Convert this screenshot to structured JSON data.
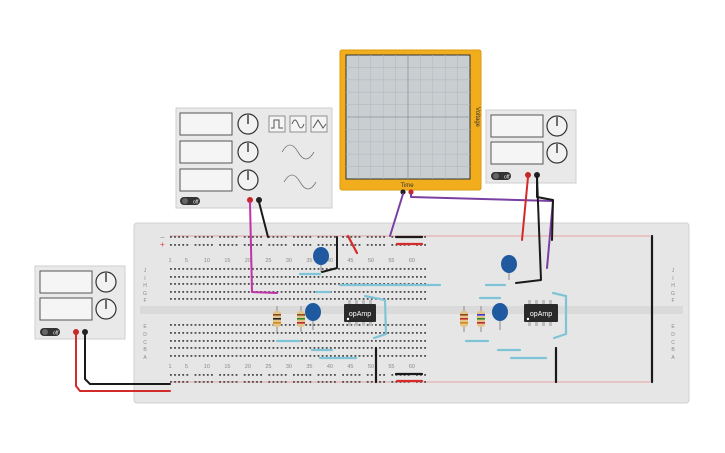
{
  "canvas": {
    "background": "#ffffff"
  },
  "colors": {
    "breadboard": "#e6e6e6",
    "rail_red": "#e23a3a",
    "instrument_body": "#e9e9e9",
    "display_fill": "#f5f5f5",
    "osc_frame": "#f2ad1c",
    "osc_screen": "#c9cfd1",
    "osc_grid": "#b5bcbf",
    "opamp_body": "#2a2a2a",
    "capacitor": "#1f5aa0",
    "wire_red": "#d42a2a",
    "wire_black": "#1a1a1a",
    "wire_purple": "#7b3fa3",
    "wire_magenta": "#c033a8",
    "jumper_cyan": "#7fc4d6"
  },
  "breadboard": {
    "column_numbers": [
      "1",
      "5",
      "10",
      "15",
      "20",
      "25",
      "30",
      "35",
      "40",
      "45",
      "50",
      "55",
      "60"
    ],
    "rows_top": [
      "J",
      "I",
      "H",
      "G",
      "F"
    ],
    "rows_bottom": [
      "E",
      "D",
      "C",
      "B",
      "A"
    ],
    "rail_plus": "+",
    "rail_minus": "−"
  },
  "function_generator": {
    "waveform_icons": [
      "square-wave-icon",
      "sine-wave-icon",
      "triangle-wave-icon"
    ],
    "power_label": "off"
  },
  "oscilloscope": {
    "x_label": "Time",
    "y_label": "Voltage"
  },
  "power_supply_top": {
    "power_label": "off"
  },
  "power_supply_left": {
    "power_label": "off"
  },
  "opamps": [
    {
      "label": "opAmp"
    },
    {
      "label": "opAmp"
    }
  ]
}
